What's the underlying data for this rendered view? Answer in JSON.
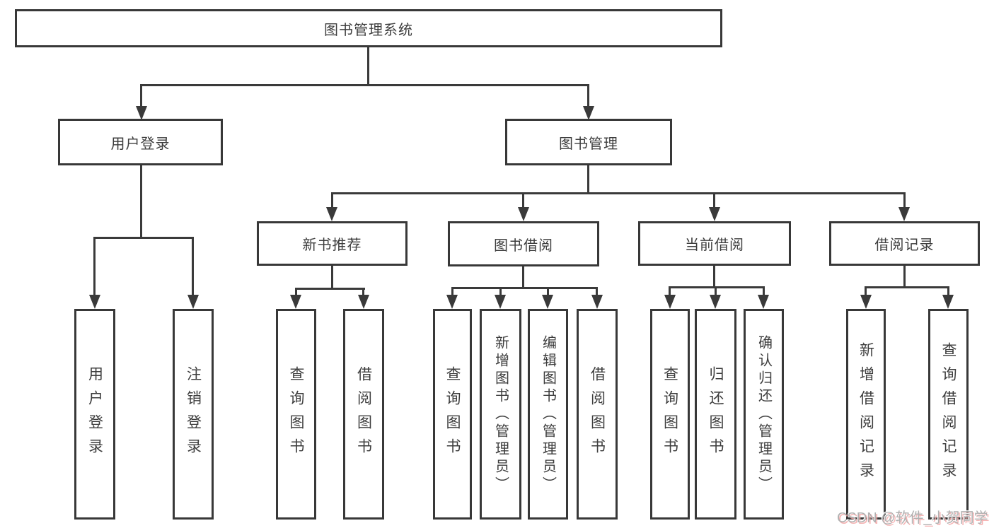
{
  "colors": {
    "background": "#ffffff",
    "line": "#3a3a3a",
    "box_border": "#383838",
    "label_text": "#3d3d3d",
    "watermark_gray": "#b0b0b0",
    "watermark_pink": "#f3a6a6"
  },
  "diagram": {
    "root": {
      "label": "图书管理系统"
    },
    "level2": [
      {
        "label": "用户登录"
      },
      {
        "label": "图书管理"
      }
    ],
    "level3": [
      {
        "label": "新书推荐"
      },
      {
        "label": "图书借阅"
      },
      {
        "label": "当前借阅"
      },
      {
        "label": "借阅记录"
      }
    ],
    "leaves": {
      "user_login": [
        {
          "label": "用户登录"
        },
        {
          "label": "注销登录"
        }
      ],
      "new_book": [
        {
          "label": "查询图书"
        },
        {
          "label": "借阅图书"
        }
      ],
      "book_borrow": [
        {
          "label": "查询图书"
        },
        {
          "label": "新增图书（管理员）"
        },
        {
          "label": "编辑图书（管理员）"
        },
        {
          "label": "借阅图书"
        }
      ],
      "current_borrow": [
        {
          "label": "查询图书"
        },
        {
          "label": "归还图书"
        },
        {
          "label": "确认归还（管理员）"
        }
      ],
      "borrow_records": [
        {
          "label": "新增借阅记录"
        },
        {
          "label": "查询借阅记录"
        }
      ]
    }
  },
  "watermark": {
    "text": "CSDN @软件_小贺同学"
  }
}
